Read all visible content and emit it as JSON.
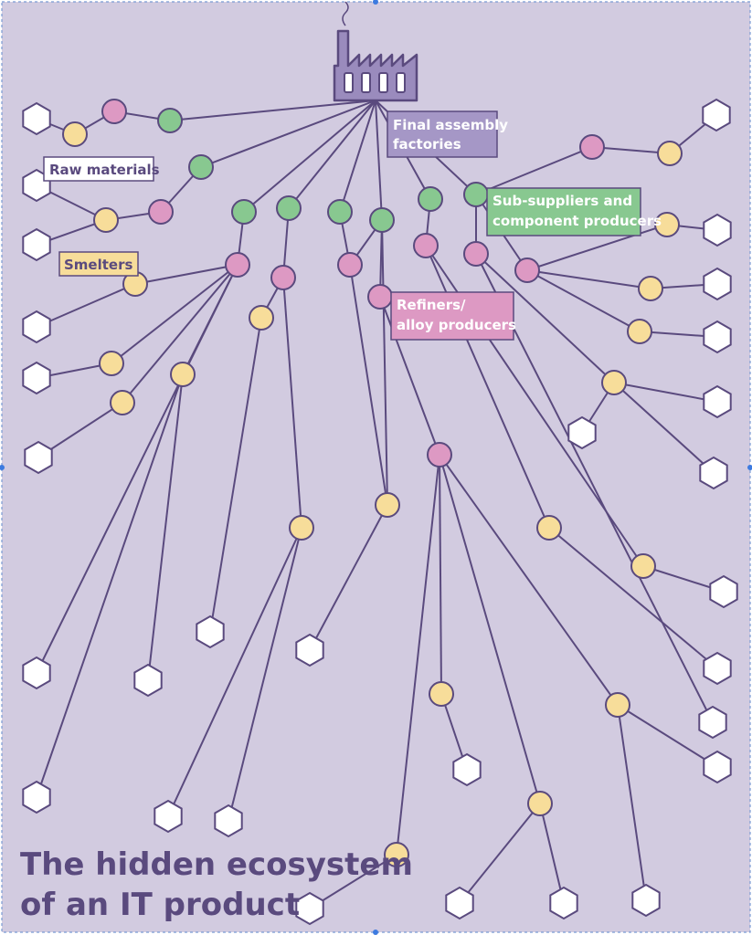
{
  "title": {
    "line1": "The hidden ecosystem",
    "line2": "of an IT product"
  },
  "labels": {
    "final_assembly": [
      "Final assembly",
      "factories"
    ],
    "sub_suppliers": [
      "Sub-suppliers and",
      "component producers"
    ],
    "refiners": [
      "Refiners/",
      "alloy producers"
    ],
    "smelters": "Smelters",
    "raw_materials": "Raw materials"
  },
  "colors": {
    "background": "#d2cbe0",
    "border": "#7a9bd4",
    "line": "#5a4a7e",
    "factory": "#9a8bbd",
    "final_assembly": "#a597c6",
    "sub_supplier": "#88c890",
    "refiner": "#dd99c3",
    "smelter": "#f7dd9a",
    "raw_material": "#ffffff"
  },
  "icons": {
    "factory": "factory-icon",
    "raw_material": "hexagon-icon"
  }
}
